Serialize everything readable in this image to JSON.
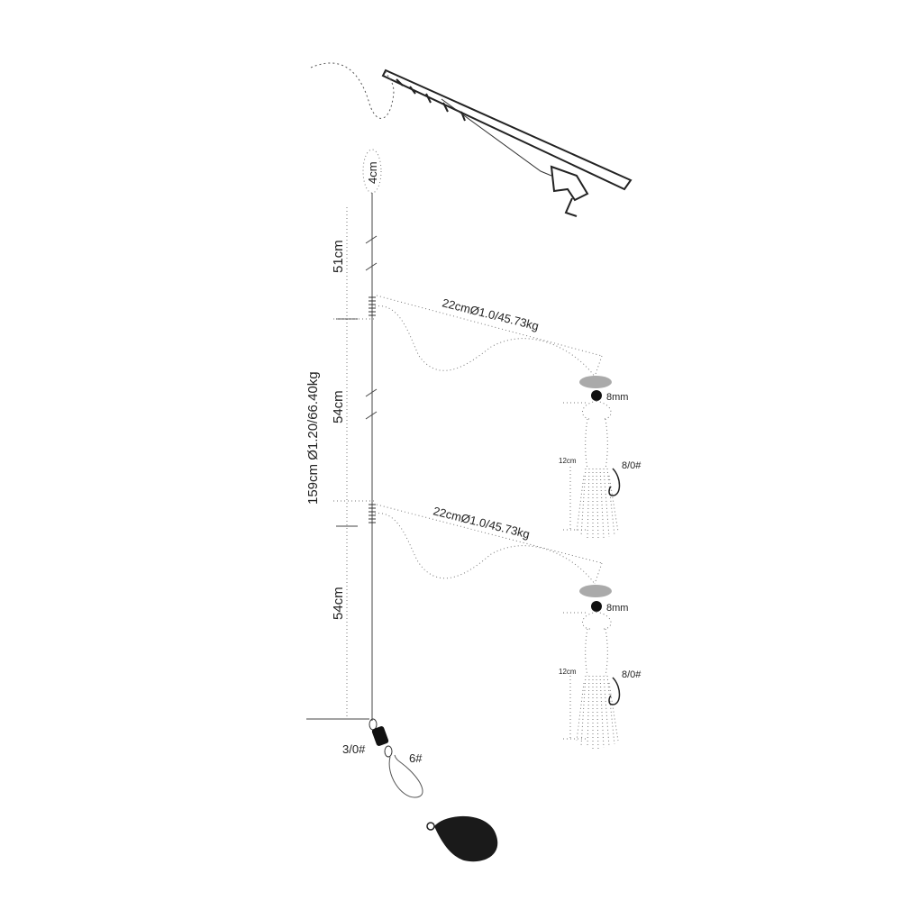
{
  "labels": {
    "top_loop": "4cm",
    "seg1_length": "51cm",
    "seg2_length": "54cm",
    "seg3_length": "54cm",
    "main_line": "159cm Ø1.20/66.40kg",
    "branch1": "22cmØ1.0/45.73kg",
    "branch2": "22cmØ1.0/45.73kg",
    "bead1": "8mm",
    "bead2": "8mm",
    "skirt1_length": "12cm",
    "skirt2_length": "12cm",
    "hook1": "8/0#",
    "hook2": "8/0#",
    "swivel": "3/0#",
    "snap": "6#"
  },
  "colors": {
    "line": "#333333",
    "bead": "#111111",
    "float": "#aaaaaa",
    "sinker": "#1a1a1a"
  }
}
